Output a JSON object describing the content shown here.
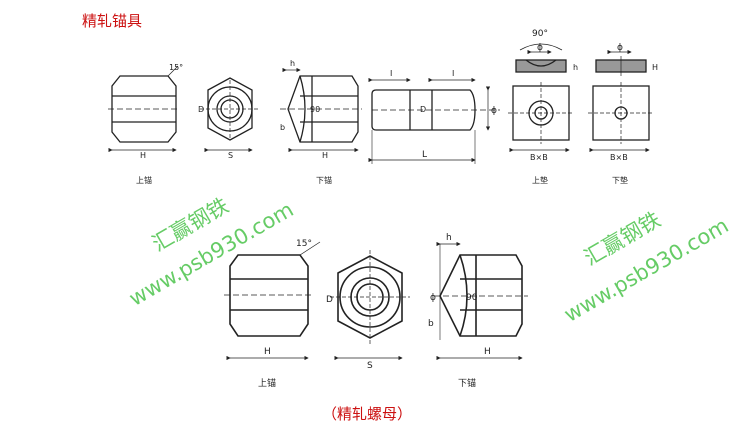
{
  "titles": {
    "top": "精轧锚具",
    "bottom": "（精轧螺母）"
  },
  "watermark": {
    "cn": "汇赢钢铁",
    "url": "www.psb930.com"
  },
  "labels": {
    "angle15": "15°",
    "angle90": "90°",
    "angle90b": "90",
    "h": "h",
    "b": "b",
    "D": "D",
    "S": "S",
    "H": "H",
    "I": "I",
    "L": "L",
    "phi": "ϕ",
    "BxB": "B×B",
    "upper_anchor": "上锚",
    "lower_anchor": "下锚",
    "upper_pad": "上垫",
    "lower_pad": "下垫"
  },
  "colors": {
    "title": "#cc1111",
    "watermark": "#33bb33",
    "line": "#222222"
  }
}
